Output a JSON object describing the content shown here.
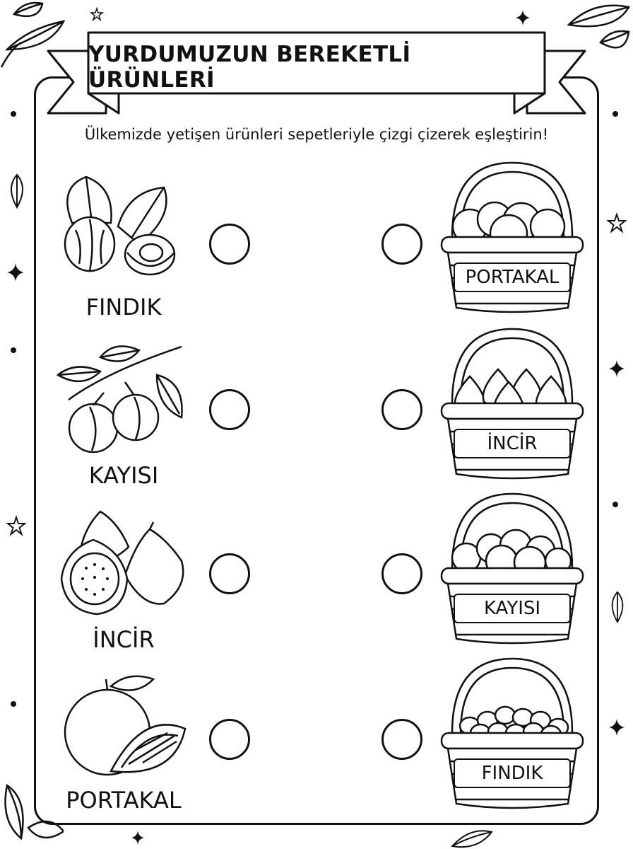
{
  "worksheet": {
    "title": "YURDUMUZUN BEREKETLİ ÜRÜNLERİ",
    "instruction": "Ülkemizde yetişen ürünleri sepetleriyle çizgi çizerek eşleştirin!"
  },
  "left_items": [
    {
      "label": "FINDIK",
      "icon": "hazelnut-icon"
    },
    {
      "label": "KAYISI",
      "icon": "apricot-icon"
    },
    {
      "label": "İNCİR",
      "icon": "fig-icon"
    },
    {
      "label": "PORTAKAL",
      "icon": "orange-icon"
    }
  ],
  "right_baskets": [
    {
      "label": "PORTAKAL",
      "icon": "orange-basket-icon"
    },
    {
      "label": "İNCİR",
      "icon": "fig-basket-icon"
    },
    {
      "label": "KAYISI",
      "icon": "apricot-basket-icon"
    },
    {
      "label": "FINDIK",
      "icon": "hazelnut-basket-icon"
    }
  ],
  "colors": {
    "ink": "#111111",
    "paper": "#ffffff"
  }
}
